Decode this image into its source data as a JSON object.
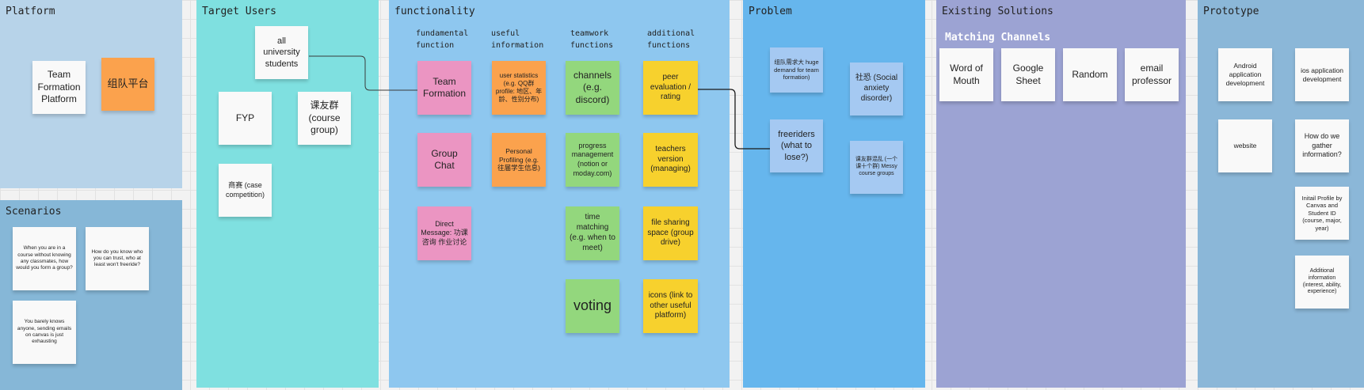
{
  "frames": {
    "platform": "Platform",
    "scenarios": "Scenarios",
    "target_users": "Target Users",
    "functionality": "functionality",
    "problem": "Problem",
    "existing_solutions": "Existing Solutions",
    "prototype": "Prototype"
  },
  "platform": {
    "team_formation_platform": "Team Formation Platform",
    "zudui_pingtai": "组队平台"
  },
  "scenarios": {
    "no_classmates": "When you are in a course without knowing any classmates, how would you form a group?",
    "trust": "How do you know who you can trust, who at least won't freeride?",
    "barely_knows": "You barely knows anyone, sending emails on canvas is just exhausting"
  },
  "target_users": {
    "all_students": "all university students",
    "fyp": "FYP",
    "course_group": "课友群 (course group)",
    "case_competition": "商赛 (case competition)"
  },
  "functionality": {
    "headers": {
      "fundamental": "fundamental function",
      "useful_info": "useful information",
      "teamwork": "teamwork functions",
      "additional": "additional functions"
    },
    "fundamental": {
      "team_formation": "Team Formation",
      "group_chat": "Group Chat",
      "direct_message": "Direct Message: 功课咨询 作业讨论"
    },
    "useful_info": {
      "user_statistics": "user statistics (e.g. QQ群profile: 地区、年龄、性别分布)",
      "personal_profiling": "Personal Profiling (e.g. 往届学生信息)"
    },
    "teamwork": {
      "channels": "channels (e.g. discord)",
      "progress": "progress management (notion or moday.com)",
      "time_matching": "time matching (e.g. when to meet)",
      "voting": "voting"
    },
    "additional": {
      "peer_eval": "peer evaluation / rating",
      "teachers": "teachers version (managing)",
      "file_sharing": "file sharing space (group drive)",
      "icons": "icons (link to other useful platform)"
    }
  },
  "problem": {
    "huge_demand": "组队需求大 huge demand for team formation)",
    "social_anxiety": "社恐 (Social anxiety disorder)",
    "freeriders": "freeriders (what to lose?)",
    "messy_groups": "课友群混乱 (一个课十个群) Messy course groups"
  },
  "existing_solutions": {
    "subheading": "Matching Channels",
    "word_of_mouth": "Word of Mouth",
    "google_sheet": "Google Sheet",
    "random": "Random",
    "email_professor": "email professor"
  },
  "prototype": {
    "android": "Android application development",
    "ios": "ios application development",
    "website": "website",
    "gather_info": "How do we gather information?",
    "initial_profile": "Initail Profile by Canvas and Student ID (course, major, year)",
    "additional_info": "Additional information (interest, ability, experience)"
  },
  "colors": {
    "platform_bg": "#b7d3e9",
    "scenarios_bg": "#86b7d7",
    "target_users_bg": "#7fe0e0",
    "functionality_bg": "#8ec7ef",
    "problem_bg": "#66b6ed",
    "existing_solutions_bg": "#9ca3d3",
    "prototype_bg": "#8bb7d8",
    "sticky_white": "#f9f9f9",
    "sticky_orange": "#fba24d",
    "sticky_pink": "#eb95c2",
    "sticky_green": "#93d77d",
    "sticky_yellow": "#f7d12d",
    "sticky_lightblue": "#a5c9f2"
  }
}
